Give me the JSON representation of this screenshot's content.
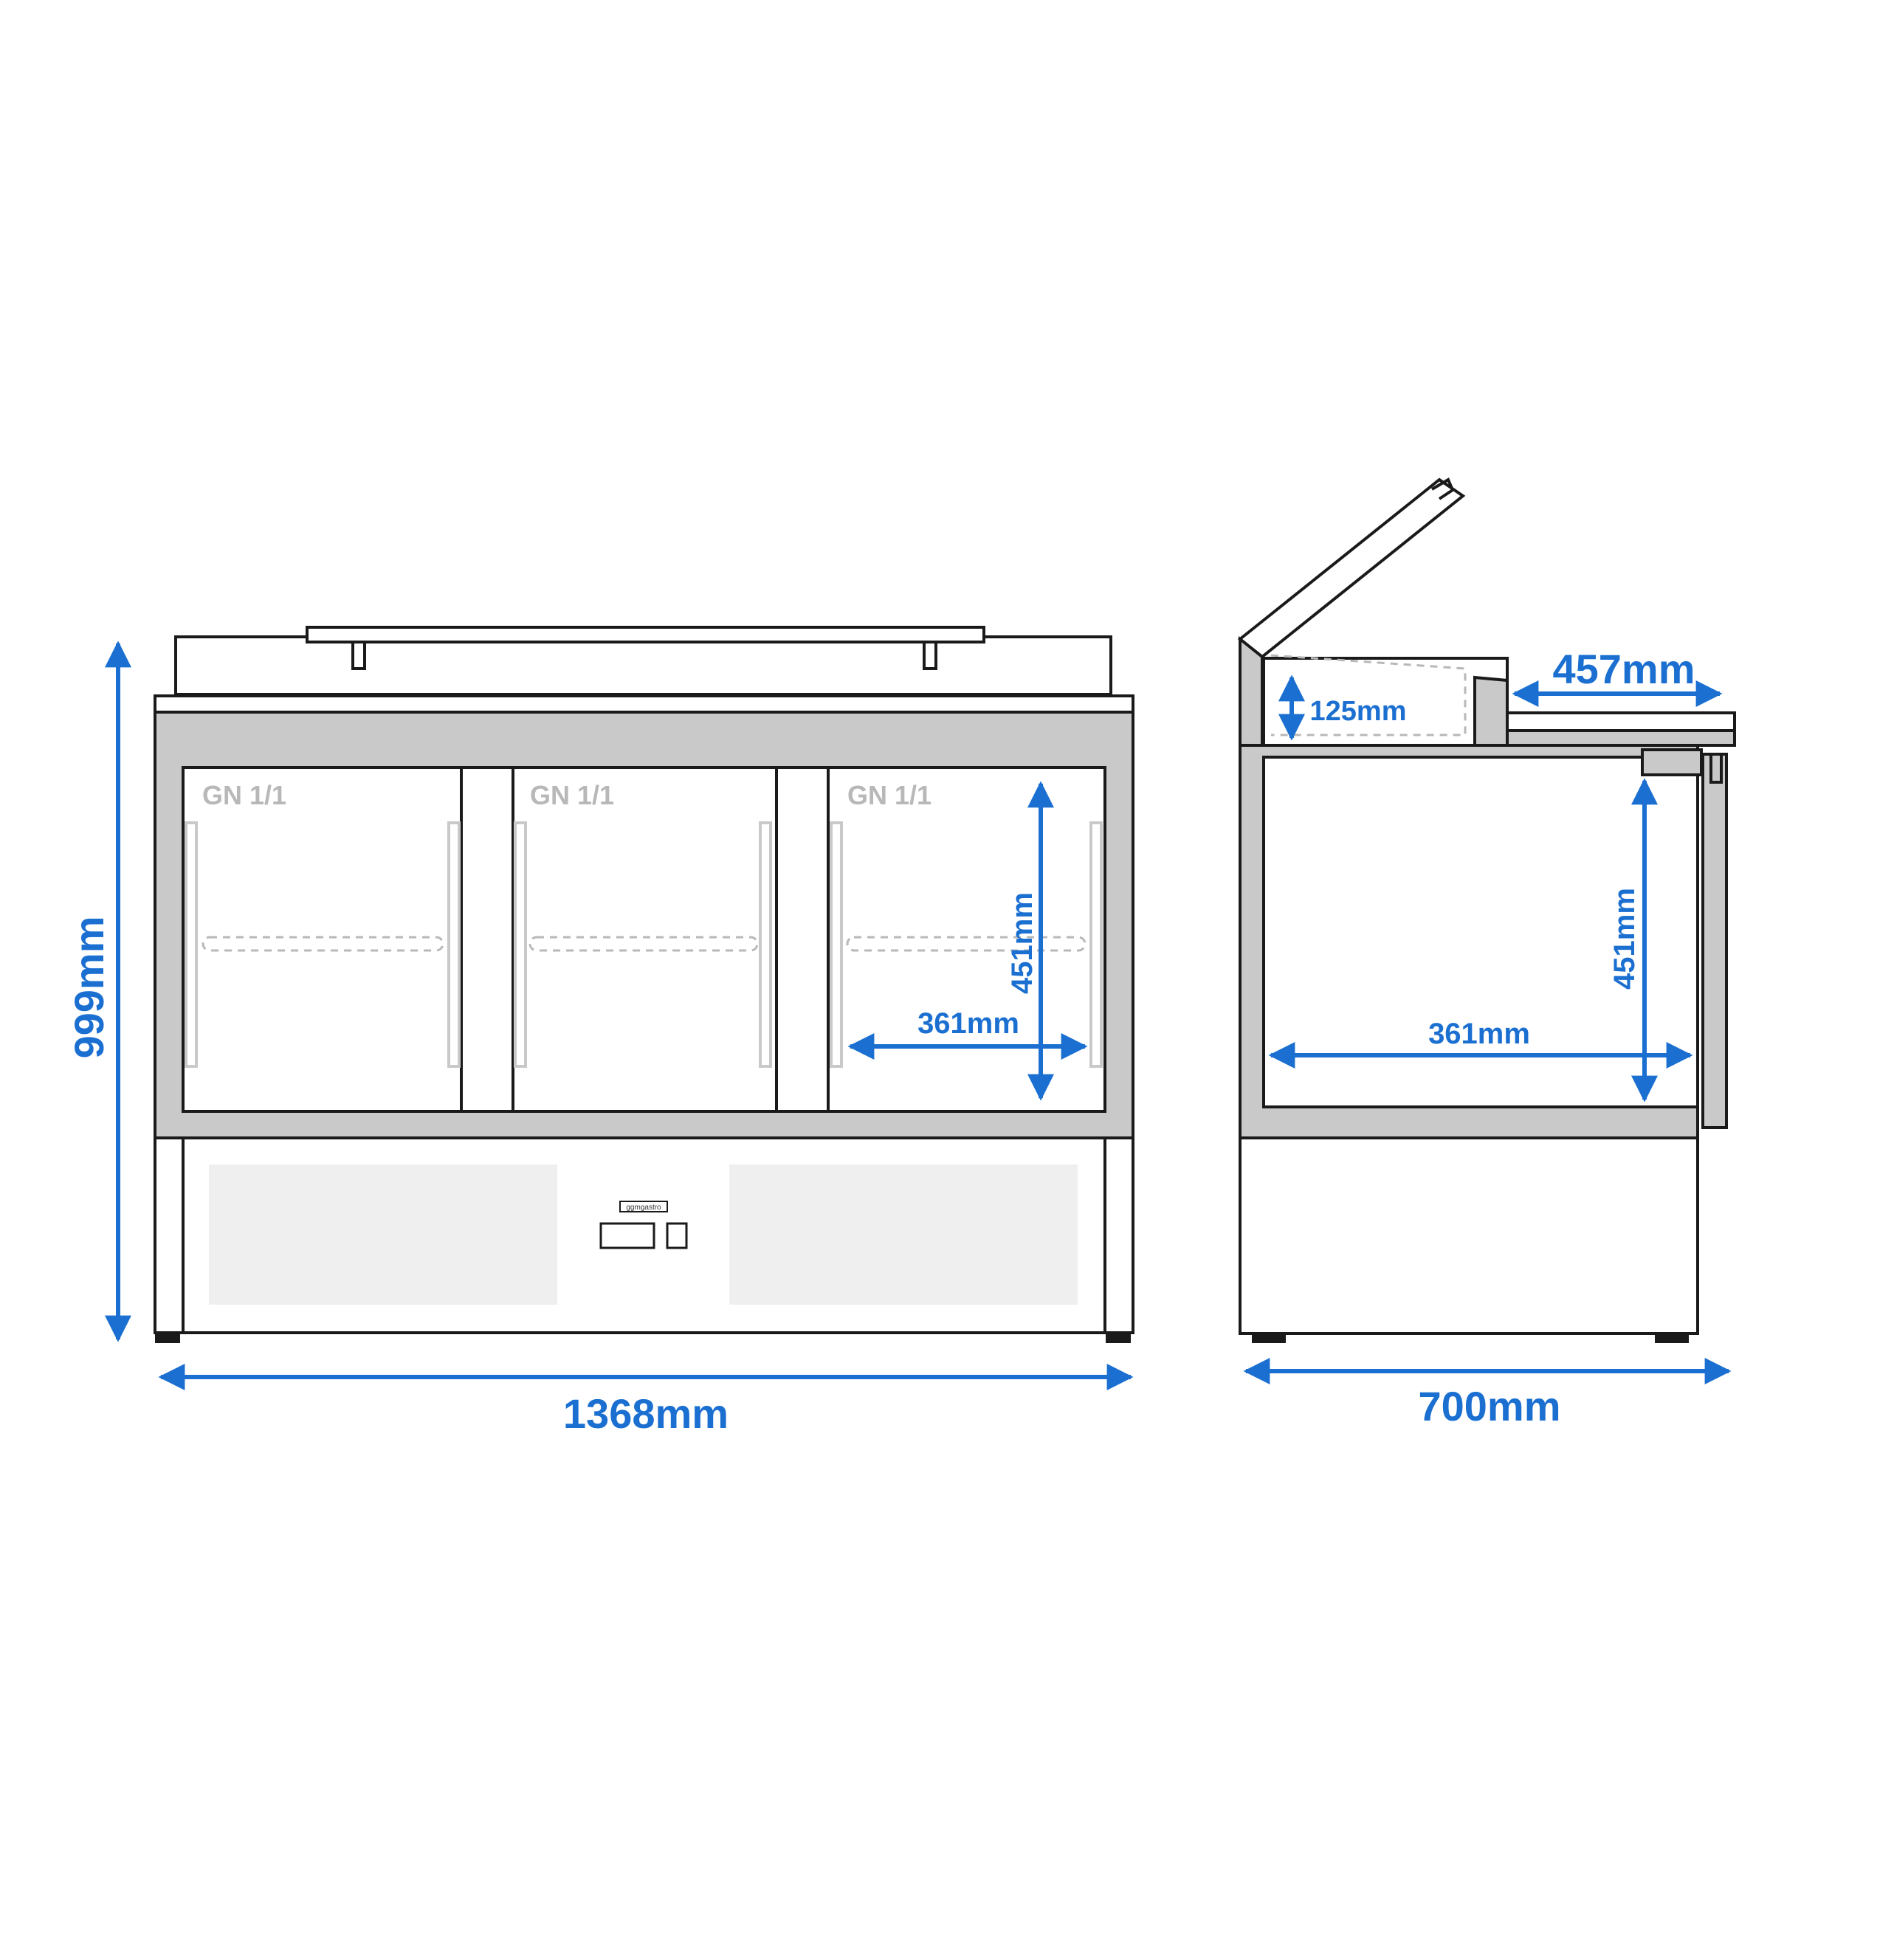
{
  "colors": {
    "dimension": "#1a6fd1",
    "outline": "#1a1a1a",
    "frame": "#c9c9c9",
    "panel": "#efefef"
  },
  "front_view": {
    "width_label": "1368mm",
    "height_label": "999mm",
    "inner_height_label": "451mm",
    "inner_depth_label": "361mm",
    "compartments": [
      "GN 1/1",
      "GN 1/1",
      "GN 1/1"
    ],
    "brand": "ggmgastro"
  },
  "side_view": {
    "depth_label": "700mm",
    "top_label": "457mm",
    "pan_depth_label": "125mm",
    "inner_height_label": "451mm",
    "inner_depth_label": "361mm"
  }
}
